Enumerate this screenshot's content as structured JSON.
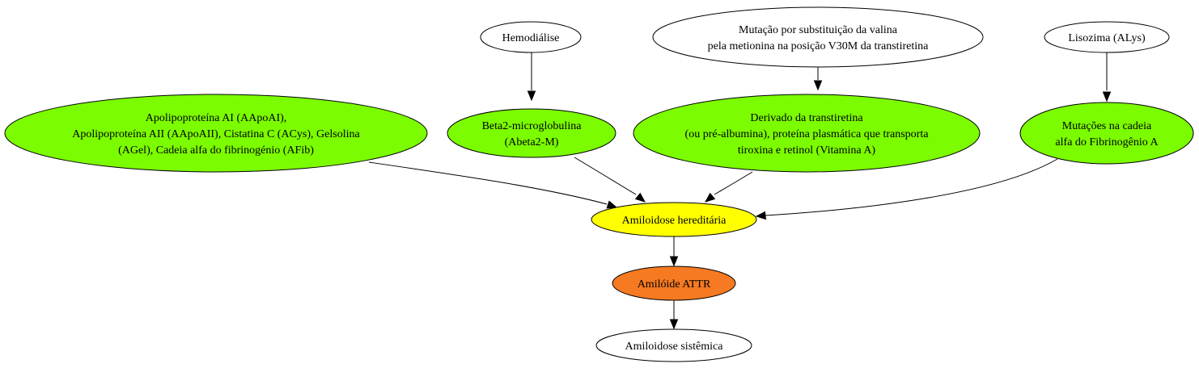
{
  "colors": {
    "green": "#7cfc00",
    "yellow": "#ffff00",
    "orange": "#f57a21",
    "white": "#ffffff"
  },
  "nodes": {
    "hemodialise": {
      "lines": [
        "Hemodiálise"
      ]
    },
    "mutacao": {
      "lines": [
        "Mutação por substituição da valina",
        "pela metionina na posição V30M da transtiretina"
      ]
    },
    "lisozima": {
      "lines": [
        "Lisozima (ALys)"
      ]
    },
    "apolipo": {
      "lines": [
        "Apolipoproteína AI (AApoAI),",
        "Apolipoproteína AII (AApoAII), Cistatina C (ACys), Gelsolina",
        "(AGel), Cadeia alfa do fibrinogénio (AFib)"
      ]
    },
    "beta2": {
      "lines": [
        "Beta2-microglobulina",
        "(Abeta2-M)"
      ]
    },
    "derivado": {
      "lines": [
        "Derivado da transtiretina",
        "(ou pré-albumina), proteína plasmática que transporta",
        "tiroxina e retinol (Vitamina A)"
      ]
    },
    "mutacoes": {
      "lines": [
        "Mutações na cadeia",
        "alfa do Fibrinogênio A"
      ]
    },
    "hereditaria": {
      "lines": [
        "Amiloidose hereditária"
      ]
    },
    "attr": {
      "lines": [
        "Amilóide ATTR"
      ]
    },
    "sistemica": {
      "lines": [
        "Amiloidose sistêmica"
      ]
    }
  },
  "edges": [
    {
      "from": "hemodialise",
      "to": "beta2"
    },
    {
      "from": "mutacao",
      "to": "derivado"
    },
    {
      "from": "lisozima",
      "to": "mutacoes"
    },
    {
      "from": "apolipo",
      "to": "hereditaria"
    },
    {
      "from": "beta2",
      "to": "hereditaria"
    },
    {
      "from": "derivado",
      "to": "hereditaria"
    },
    {
      "from": "mutacoes",
      "to": "hereditaria"
    },
    {
      "from": "hereditaria",
      "to": "attr"
    },
    {
      "from": "attr",
      "to": "sistemica"
    }
  ]
}
